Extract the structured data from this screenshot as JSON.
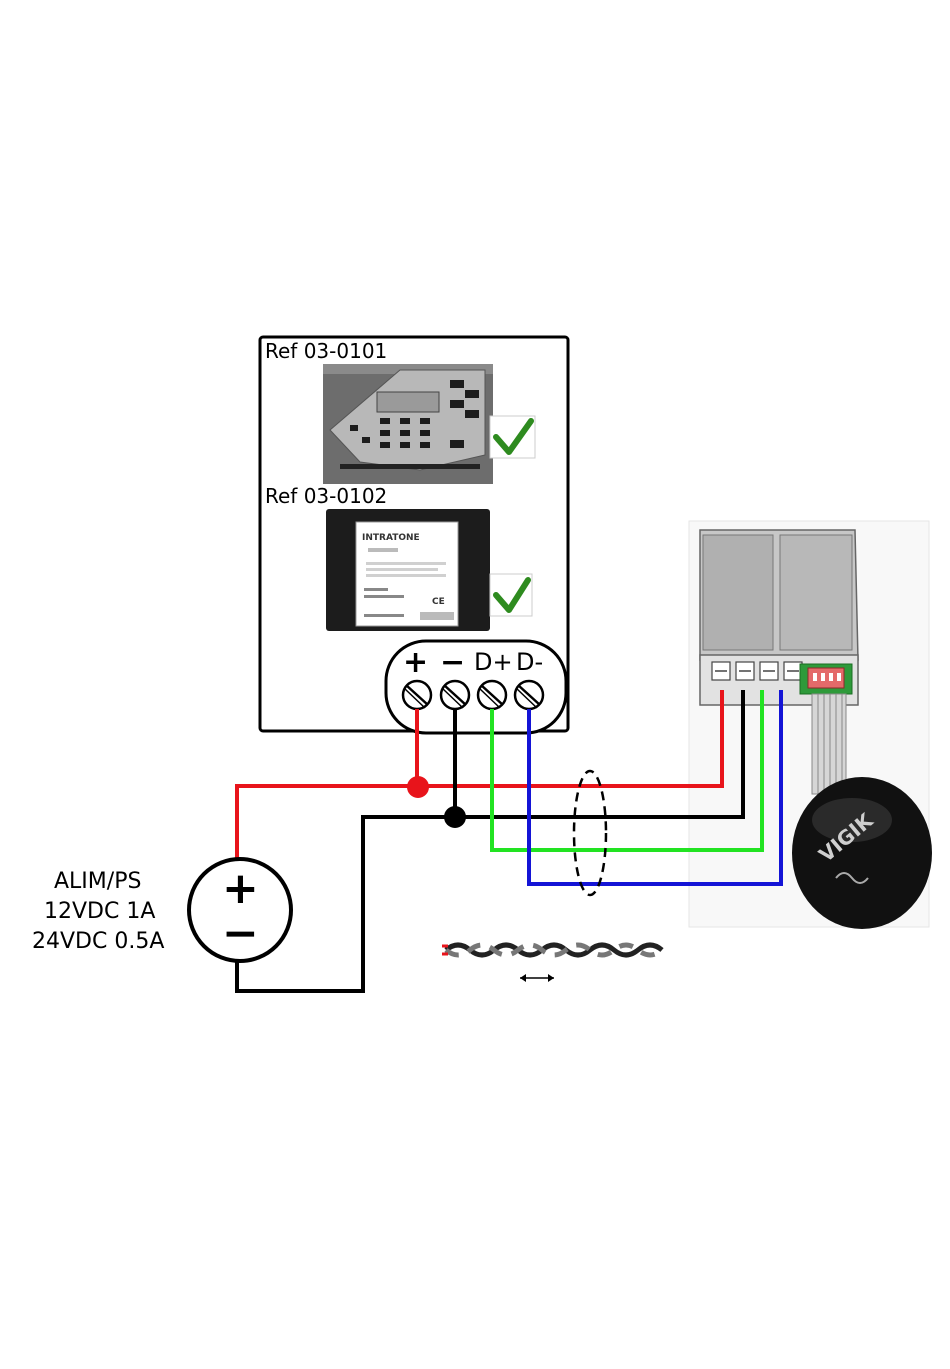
{
  "controller": {
    "ref_1": "Ref 03-0101",
    "ref_2": "Ref 03-0102",
    "module_brand": "INTRATONE",
    "module_ce": "CE"
  },
  "terminals": {
    "plus": "+",
    "minus": "−",
    "d_plus": "D+",
    "d_minus": "D-"
  },
  "power_supply": {
    "line_1": "ALIM/PS",
    "line_2": "12VDC 1A",
    "line_3": "24VDC 0.5A",
    "plus_symbol": "+",
    "minus_symbol": "−"
  },
  "reader": {
    "brand": "VIGIK"
  },
  "wire_colors": {
    "plus": "#e8141b",
    "minus": "#000000",
    "d_plus": "#22e322",
    "d_minus": "#1414d6"
  },
  "check_color": "#2e8b1f"
}
